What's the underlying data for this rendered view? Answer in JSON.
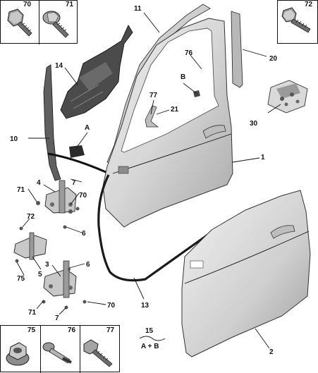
{
  "insets": {
    "top_left_a": "70",
    "top_left_b": "71",
    "top_right": "72",
    "bottom_a": "75",
    "bottom_b": "76",
    "bottom_c": "77"
  },
  "callouts": {
    "c1": "1",
    "c2": "2",
    "c3": "3",
    "c4": "4",
    "c5": "5",
    "c6a": "6",
    "c6b": "6",
    "c7a": "7",
    "c7b": "7",
    "c10": "10",
    "c11": "11",
    "c13": "13",
    "c14": "14",
    "c20": "20",
    "c21": "21",
    "c30": "30",
    "c70a": "70",
    "c70b": "70",
    "c71a": "71",
    "c71b": "71",
    "c72": "72",
    "c75": "75",
    "c76": "76",
    "c77": "77",
    "cA": "A",
    "cB": "B"
  },
  "legend": {
    "number": "15",
    "formula": "A + B"
  },
  "colors": {
    "panel_light": "#e6e6e6",
    "panel_mid": "#c4c4c4",
    "panel_dark": "#8a8a8a",
    "seal": "#1a1a1a",
    "line": "#111111"
  }
}
